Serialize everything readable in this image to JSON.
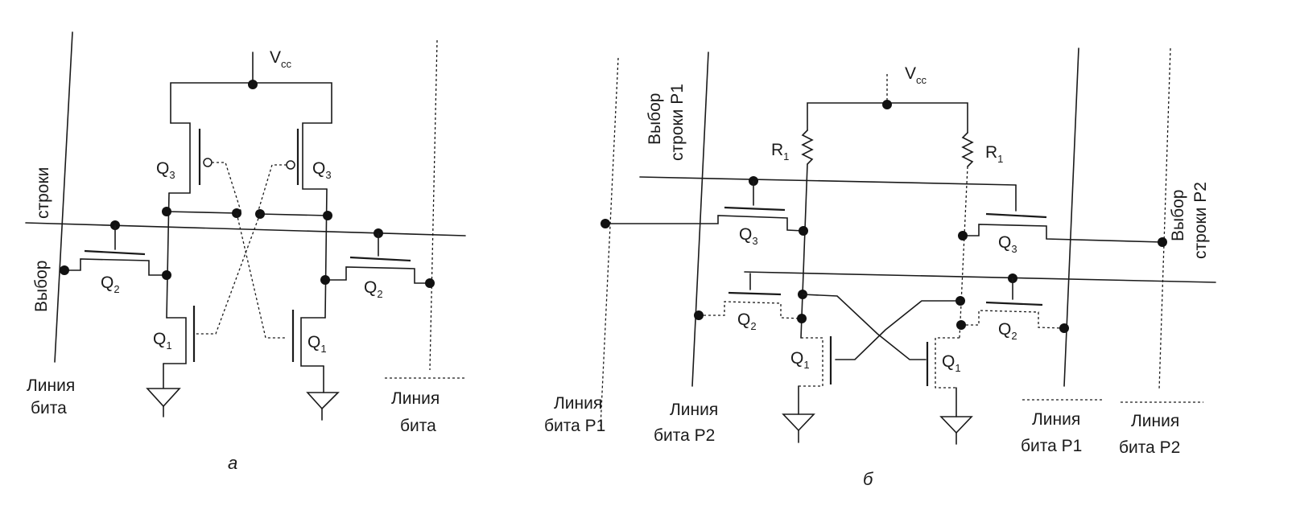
{
  "left_circuit": {
    "supply": "V",
    "supply_sub": "cc",
    "row_select": [
      "строки",
      "Выбор"
    ],
    "transistor_letter": "Q",
    "q1_sub": "1",
    "q2_sub": "2",
    "q3_sub": "3",
    "bitline_left": [
      "Линия",
      "бита"
    ],
    "bitline_right": [
      "Линия",
      "бита"
    ],
    "caption": "а"
  },
  "right_circuit": {
    "supply": "V",
    "supply_sub": "cc",
    "row_select_p1": [
      "Выбор",
      "строки P1"
    ],
    "row_select_p2": [
      "Выбор",
      "строки P2"
    ],
    "resistor_letter": "R",
    "resistor_sub": "1",
    "transistor_letter": "Q",
    "q1_sub": "1",
    "q2_sub": "2",
    "q3_sub": "3",
    "bitline_p1_left": [
      "Линия",
      "бита P1"
    ],
    "bitline_p2_left": [
      "Линия",
      "бита P2"
    ],
    "bitline_p1_right": [
      "Линия",
      "бита P1"
    ],
    "bitline_p2_right": [
      "Линия",
      "бита P2"
    ],
    "caption": "б"
  }
}
